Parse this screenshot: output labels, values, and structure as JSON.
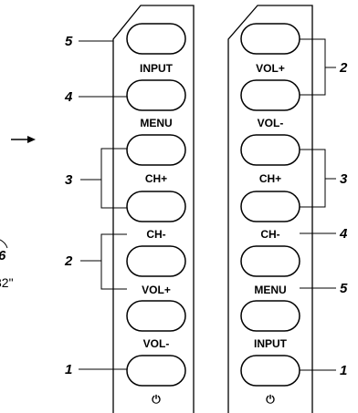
{
  "left_panel": {
    "labels": [
      "INPUT",
      "MENU",
      "CH+",
      "CH-",
      "VOL+",
      "VOL-",
      "⏻"
    ],
    "callouts": [
      "5",
      "4",
      "3",
      "2",
      "1"
    ]
  },
  "right_panel": {
    "labels": [
      "VOL+",
      "VOL-",
      "CH+",
      "CH-",
      "MENU",
      "INPUT",
      "⏻"
    ],
    "callouts": [
      "2",
      "3",
      "4",
      "5",
      "1"
    ]
  },
  "edge": {
    "arrow": "→",
    "callout": "6",
    "size_text": "32\""
  },
  "colors": {
    "line": "#000000",
    "background": "#ffffff"
  }
}
